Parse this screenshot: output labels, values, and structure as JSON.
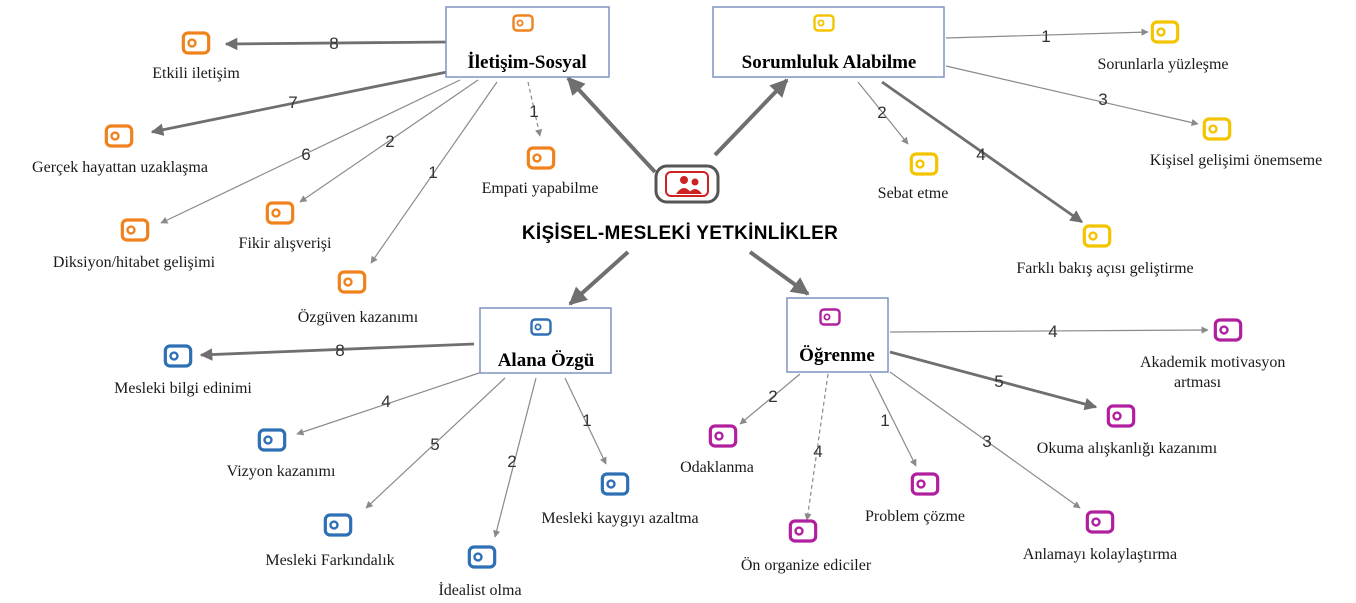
{
  "colors": {
    "social": "#f0821e",
    "responsibility": "#f5c400",
    "field": "#2e6fb5",
    "learning": "#b0209e",
    "center_icon": "#cc2222",
    "edge_strong": "#6f6f6f",
    "edge_light": "#8a8a8a",
    "box_border": "#7f94c2"
  },
  "center": {
    "label": "KİŞİSEL-MESLEKİ YETKİNLİKLER",
    "icon": "person-group-icon"
  },
  "categories": {
    "social": {
      "label": "İletişim-Sosyal",
      "icon": "code-tag-icon",
      "codes": [
        {
          "label": "Etkili iletişim",
          "weight": "8"
        },
        {
          "label": "Gerçek hayattan uzaklaşma",
          "weight": "7"
        },
        {
          "label": "Diksiyon/hitabet gelişimi",
          "weight": "6"
        },
        {
          "label": "Fikir alışverişi",
          "weight": "2"
        },
        {
          "label": "Özgüven kazanımı",
          "weight": "1"
        },
        {
          "label": "Empati yapabilme",
          "weight": "1"
        }
      ]
    },
    "responsibility": {
      "label": "Sorumluluk Alabilme",
      "icon": "code-tag-icon",
      "codes": [
        {
          "label": "Sorunlarla yüzleşme",
          "weight": "1"
        },
        {
          "label": "Kişisel gelişimi önemseme",
          "weight": "3"
        },
        {
          "label": "Sebat etme",
          "weight": "2"
        },
        {
          "label": "Farklı bakış açısı geliştirme",
          "weight": "4"
        }
      ]
    },
    "field": {
      "label": "Alana Özgü",
      "icon": "code-tag-icon",
      "codes": [
        {
          "label": "Mesleki bilgi edinimi",
          "weight": "8"
        },
        {
          "label": "Vizyon kazanımı",
          "weight": "4"
        },
        {
          "label": "Mesleki Farkındalık",
          "weight": "5"
        },
        {
          "label": "İdealist olma",
          "weight": "2"
        },
        {
          "label": "Mesleki kaygıyı azaltma",
          "weight": "1"
        }
      ]
    },
    "learning": {
      "label": "Öğrenme",
      "icon": "code-tag-icon",
      "codes": [
        {
          "label": "Akademik motivasyon",
          "label2": "artması",
          "weight": "4"
        },
        {
          "label": "Okuma alışkanlığı kazanımı",
          "weight": "5"
        },
        {
          "label": "Odaklanma",
          "weight": "2"
        },
        {
          "label": "Ön organize ediciler",
          "weight": "4"
        },
        {
          "label": "Problem çözme",
          "weight": "1"
        },
        {
          "label": "Anlamayı kolaylaştırma",
          "weight": "3"
        }
      ]
    }
  }
}
